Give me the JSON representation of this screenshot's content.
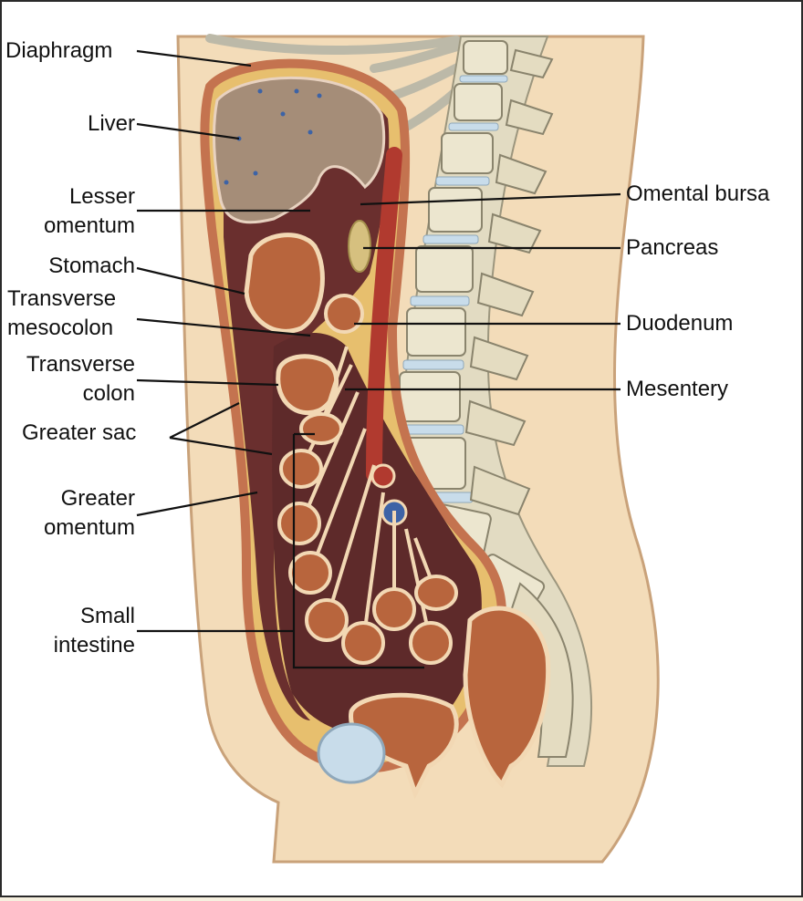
{
  "colors": {
    "skin": "#f3dcb9",
    "skin_edge": "#c9a27a",
    "liver": "#a58d78",
    "peritoneum": "#7a3a35",
    "cavity_dark": "#5e2a2a",
    "fat": "#e7bf6e",
    "organ": "#b8653d",
    "organ_rim": "#f2d8b4",
    "bone": "#ece6cf",
    "disc": "#c8dcea",
    "aorta": "#b13a2f",
    "vena_cava": "#3d63a6"
  },
  "labels": {
    "diaphragm": "Diaphragm",
    "liver": "Liver",
    "lesser_omentum": "Lesser omentum",
    "stomach": "Stomach",
    "transverse_mesocolon": "Transverse mesocolon",
    "transverse_colon": "Transverse colon",
    "greater_sac": "Greater sac",
    "greater_omentum": "Greater omentum",
    "small_intestine": "Small intestine",
    "omental_bursa": "Omental bursa",
    "pancreas": "Pancreas",
    "duodenum": "Duodenum",
    "mesentery": "Mesentery"
  }
}
